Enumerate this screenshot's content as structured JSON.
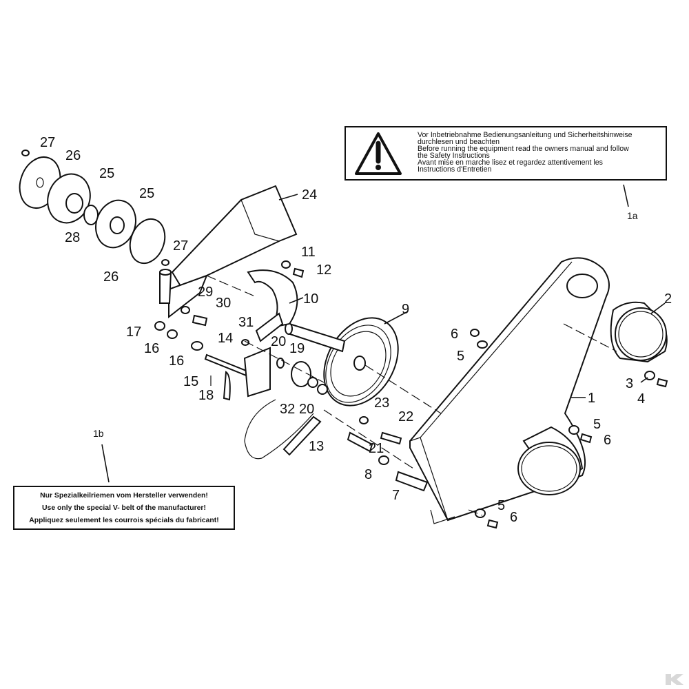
{
  "callouts": {
    "c1": "1",
    "c2": "2",
    "c3": "3",
    "c4": "4",
    "c5a": "5",
    "c5b": "5",
    "c5c": "5",
    "c6a": "6",
    "c6b": "6",
    "c6c": "6",
    "c7": "7",
    "c8": "8",
    "c9": "9",
    "c10": "10",
    "c11": "11",
    "c12": "12",
    "c13": "13",
    "c14": "14",
    "c15": "15",
    "c16a": "16",
    "c16b": "16",
    "c17": "17",
    "c18": "18",
    "c19": "19",
    "c20a": "20",
    "c20b": "20",
    "c21": "21",
    "c22": "22",
    "c23": "23",
    "c24": "24",
    "c25a": "25",
    "c25b": "25",
    "c26a": "26",
    "c26b": "26",
    "c27a": "27",
    "c27b": "27",
    "c28": "28",
    "c29": "29",
    "c30": "30",
    "c31": "31",
    "c32": "32",
    "c1a": "1a",
    "c1b": "1b"
  },
  "warning_label": {
    "lines": [
      "Vor Inbetriebnahme Bedienungsanleitung und Sicherheitshinweise",
      "durchlesen und beachten",
      "Before running the equipment read the owners manual and follow",
      "the Safety Instructions",
      "Avant mise en marche lisez et regardez attentivement les",
      "Instructions d'Entretien"
    ]
  },
  "belt_label": {
    "lines": [
      "Nur Spezialkeilriemen vom Hersteller verwenden!",
      "Use only the special V- belt of the manufacturer!",
      "Appliquez seulement les courrois spécials du fabricant!"
    ]
  },
  "icons": {
    "warning": "warning-triangle-icon",
    "brand": "brand-logo-icon"
  }
}
